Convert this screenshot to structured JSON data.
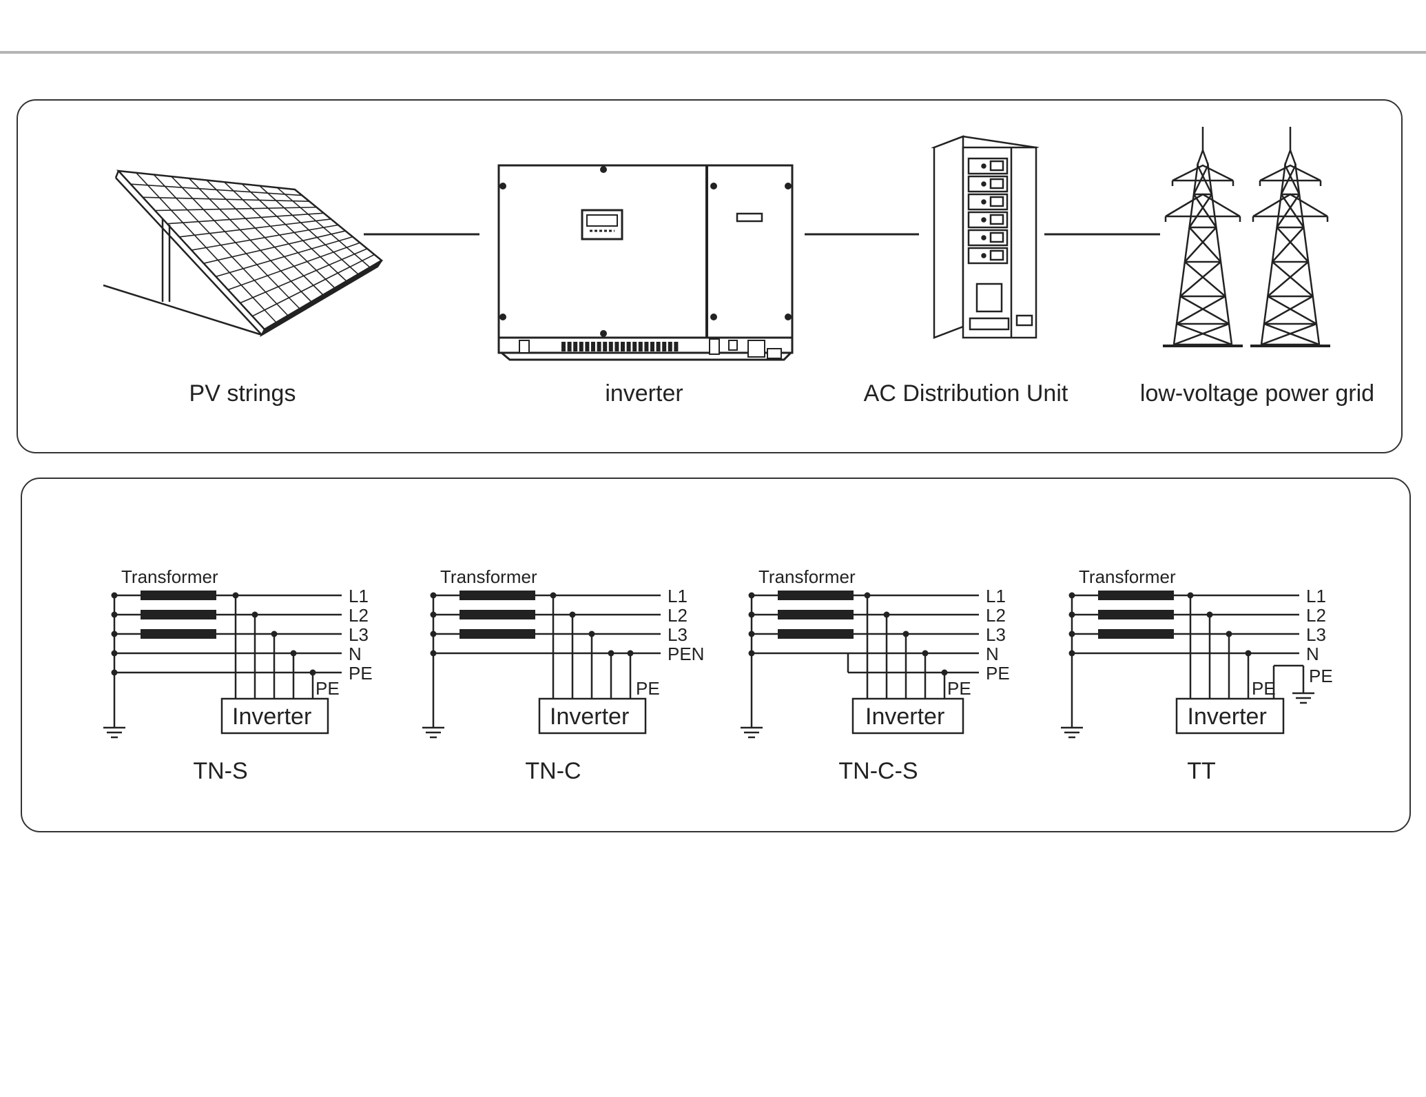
{
  "components": [
    {
      "id": "pv",
      "label": "PV strings"
    },
    {
      "id": "inverter",
      "label": "inverter"
    },
    {
      "id": "acdu",
      "label": "AC Distribution Unit"
    },
    {
      "id": "grid",
      "label": "low-voltage power grid"
    }
  ],
  "grounding": {
    "transformer_label": "Transformer",
    "inverter_label": "Inverter",
    "lines": {
      "l1": "L1",
      "l2": "L2",
      "l3": "L3",
      "n": "N",
      "pe": "PE",
      "pen": "PEN"
    },
    "systems": [
      {
        "id": "tn-s",
        "name": "TN-S"
      },
      {
        "id": "tn-c",
        "name": "TN-C"
      },
      {
        "id": "tn-c-s",
        "name": "TN-C-S"
      },
      {
        "id": "tt",
        "name": "TT"
      }
    ]
  },
  "colors": {
    "stroke": "#222222",
    "panel_border": "#333333",
    "rule": "#b4b4b4"
  }
}
